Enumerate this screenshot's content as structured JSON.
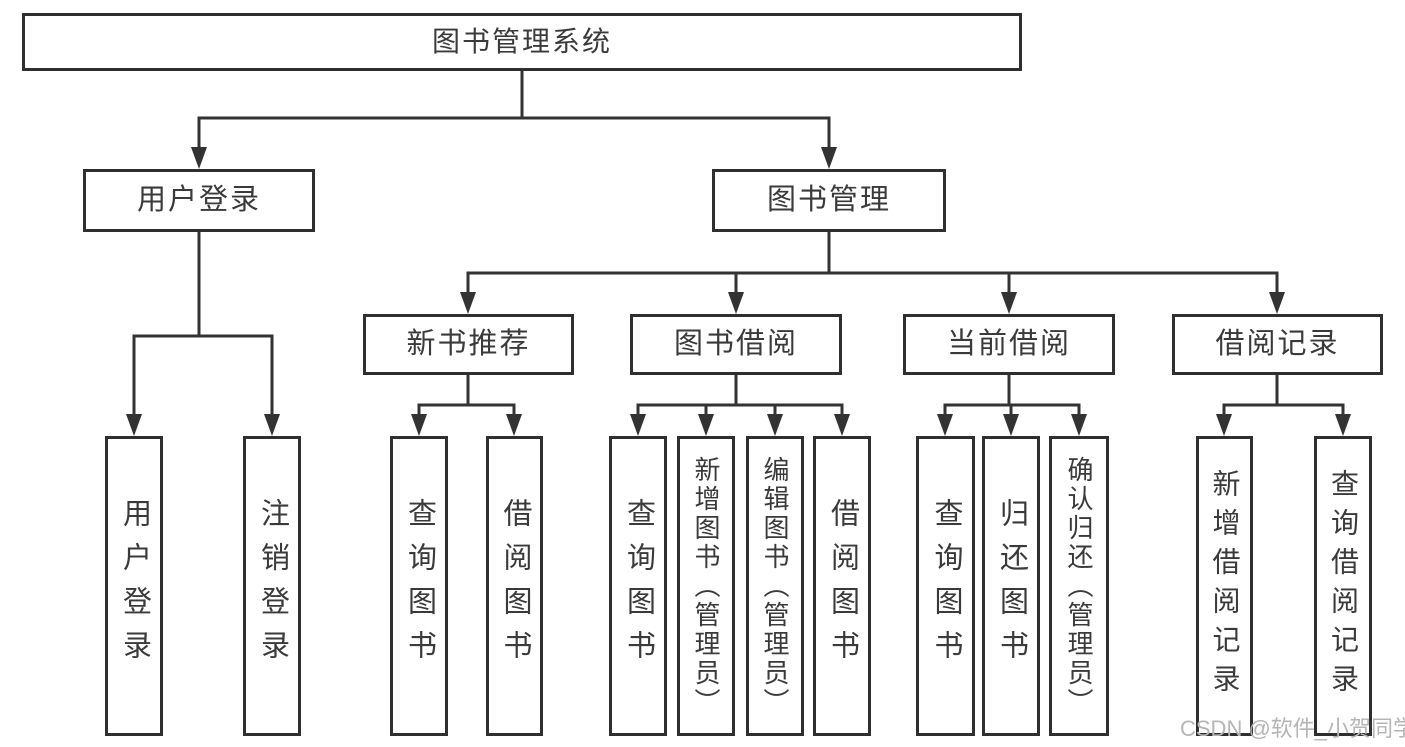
{
  "diagram": {
    "root": {
      "label": "图书管理系统"
    },
    "level2": [
      {
        "label": "用户登录"
      },
      {
        "label": "图书管理"
      }
    ],
    "level3": [
      {
        "label": "新书推荐"
      },
      {
        "label": "图书借阅"
      },
      {
        "label": "当前借阅"
      },
      {
        "label": "借阅记录"
      }
    ],
    "leaves": [
      {
        "label": "用户登录",
        "parent": "用户登录"
      },
      {
        "label": "注销登录",
        "parent": "用户登录"
      },
      {
        "label": "查询图书",
        "parent": "新书推荐"
      },
      {
        "label": "借阅图书",
        "parent": "新书推荐"
      },
      {
        "label": "查询图书",
        "parent": "图书借阅"
      },
      {
        "label": "新增图书（管理员）",
        "parent": "图书借阅"
      },
      {
        "label": "编辑图书（管理员）",
        "parent": "图书借阅"
      },
      {
        "label": "借阅图书",
        "parent": "图书借阅"
      },
      {
        "label": "查询图书",
        "parent": "当前借阅"
      },
      {
        "label": "归还图书",
        "parent": "当前借阅"
      },
      {
        "label": "确认归还（管理员）",
        "parent": "当前借阅"
      },
      {
        "label": "新增借阅记录",
        "parent": "借阅记录"
      },
      {
        "label": "查询借阅记录",
        "parent": "借阅记录"
      }
    ]
  },
  "watermark": "CSDN @软件_小贺同学",
  "colors": {
    "line": "#333333",
    "border": "#2f2f2f",
    "text": "#3a3a3a",
    "watermark_text": "#b5b5b5",
    "background": "#ffffff"
  }
}
